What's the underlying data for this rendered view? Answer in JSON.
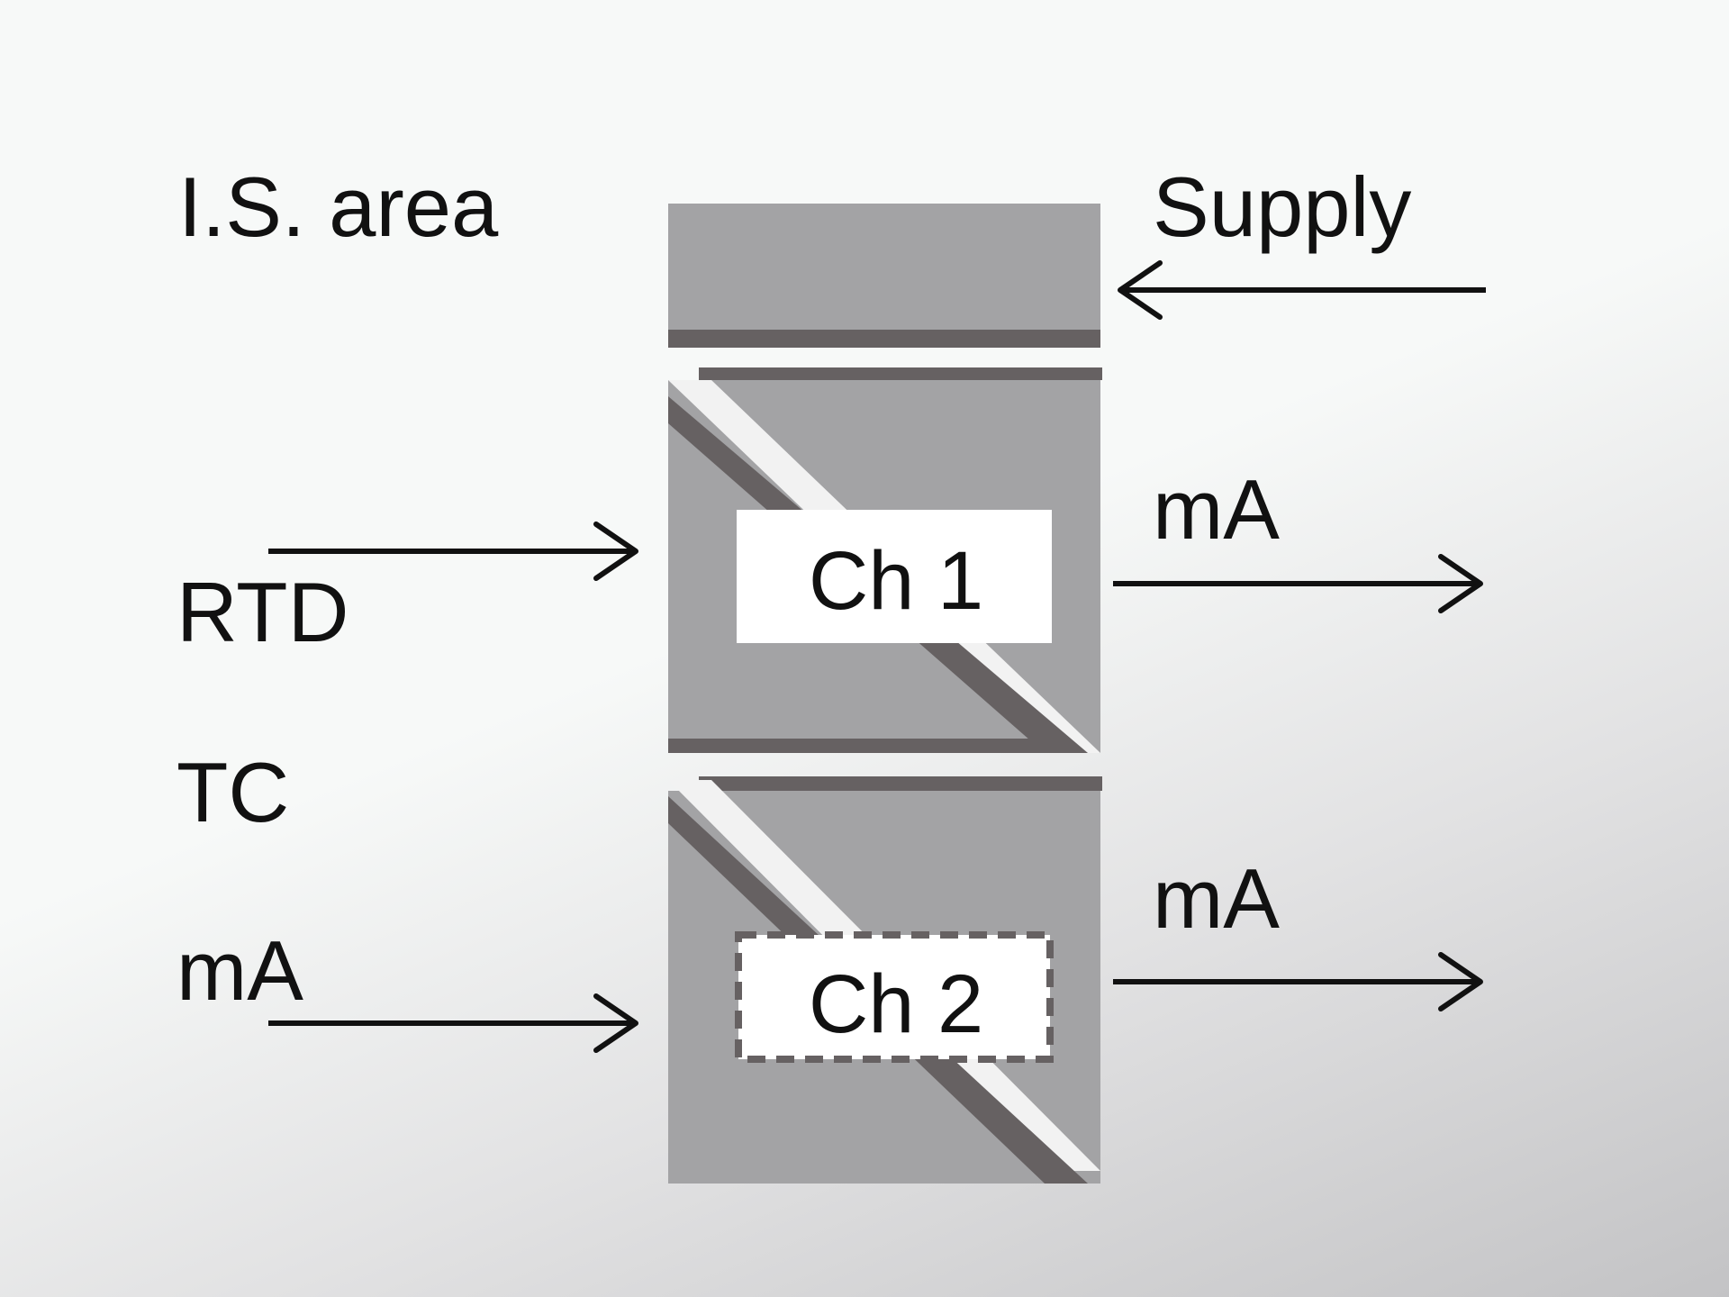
{
  "labels": {
    "area": "I.S. area",
    "supply": "Supply",
    "rtd": "RTD",
    "tc": "TC",
    "ma_input": "mA"
  },
  "channels": [
    {
      "label": "Ch 1",
      "output": "mA"
    },
    {
      "label": "Ch 2",
      "output": "mA"
    }
  ],
  "colors": {
    "module_fill": "#a3a3a5",
    "module_edge": "#666162",
    "text": "#111111",
    "arrow": "#111111"
  }
}
